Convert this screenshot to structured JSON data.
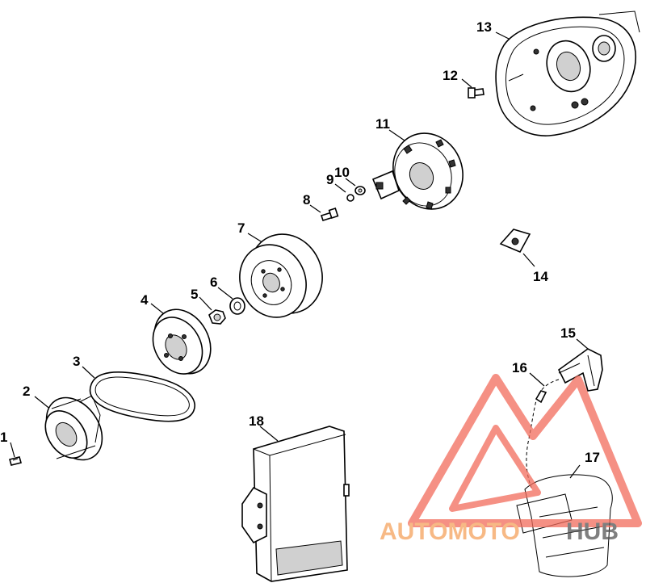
{
  "callouts": [
    {
      "id": "1",
      "label": "1"
    },
    {
      "id": "2",
      "label": "2"
    },
    {
      "id": "3",
      "label": "3"
    },
    {
      "id": "4",
      "label": "4"
    },
    {
      "id": "5",
      "label": "5"
    },
    {
      "id": "6",
      "label": "6"
    },
    {
      "id": "7",
      "label": "7"
    },
    {
      "id": "8",
      "label": "8"
    },
    {
      "id": "9",
      "label": "9"
    },
    {
      "id": "10",
      "label": "10"
    },
    {
      "id": "11",
      "label": "11"
    },
    {
      "id": "12",
      "label": "12"
    },
    {
      "id": "13",
      "label": "13"
    },
    {
      "id": "14",
      "label": "14"
    },
    {
      "id": "15",
      "label": "15"
    },
    {
      "id": "16",
      "label": "16"
    },
    {
      "id": "17",
      "label": "17"
    },
    {
      "id": "18",
      "label": "18"
    }
  ],
  "watermark": {
    "text_part1": "AUTOMOTO",
    "text_part2": "HUB",
    "color_primary": "#f26b5b",
    "color_secondary": "#f5a25d",
    "color_tertiary": "#555555"
  }
}
